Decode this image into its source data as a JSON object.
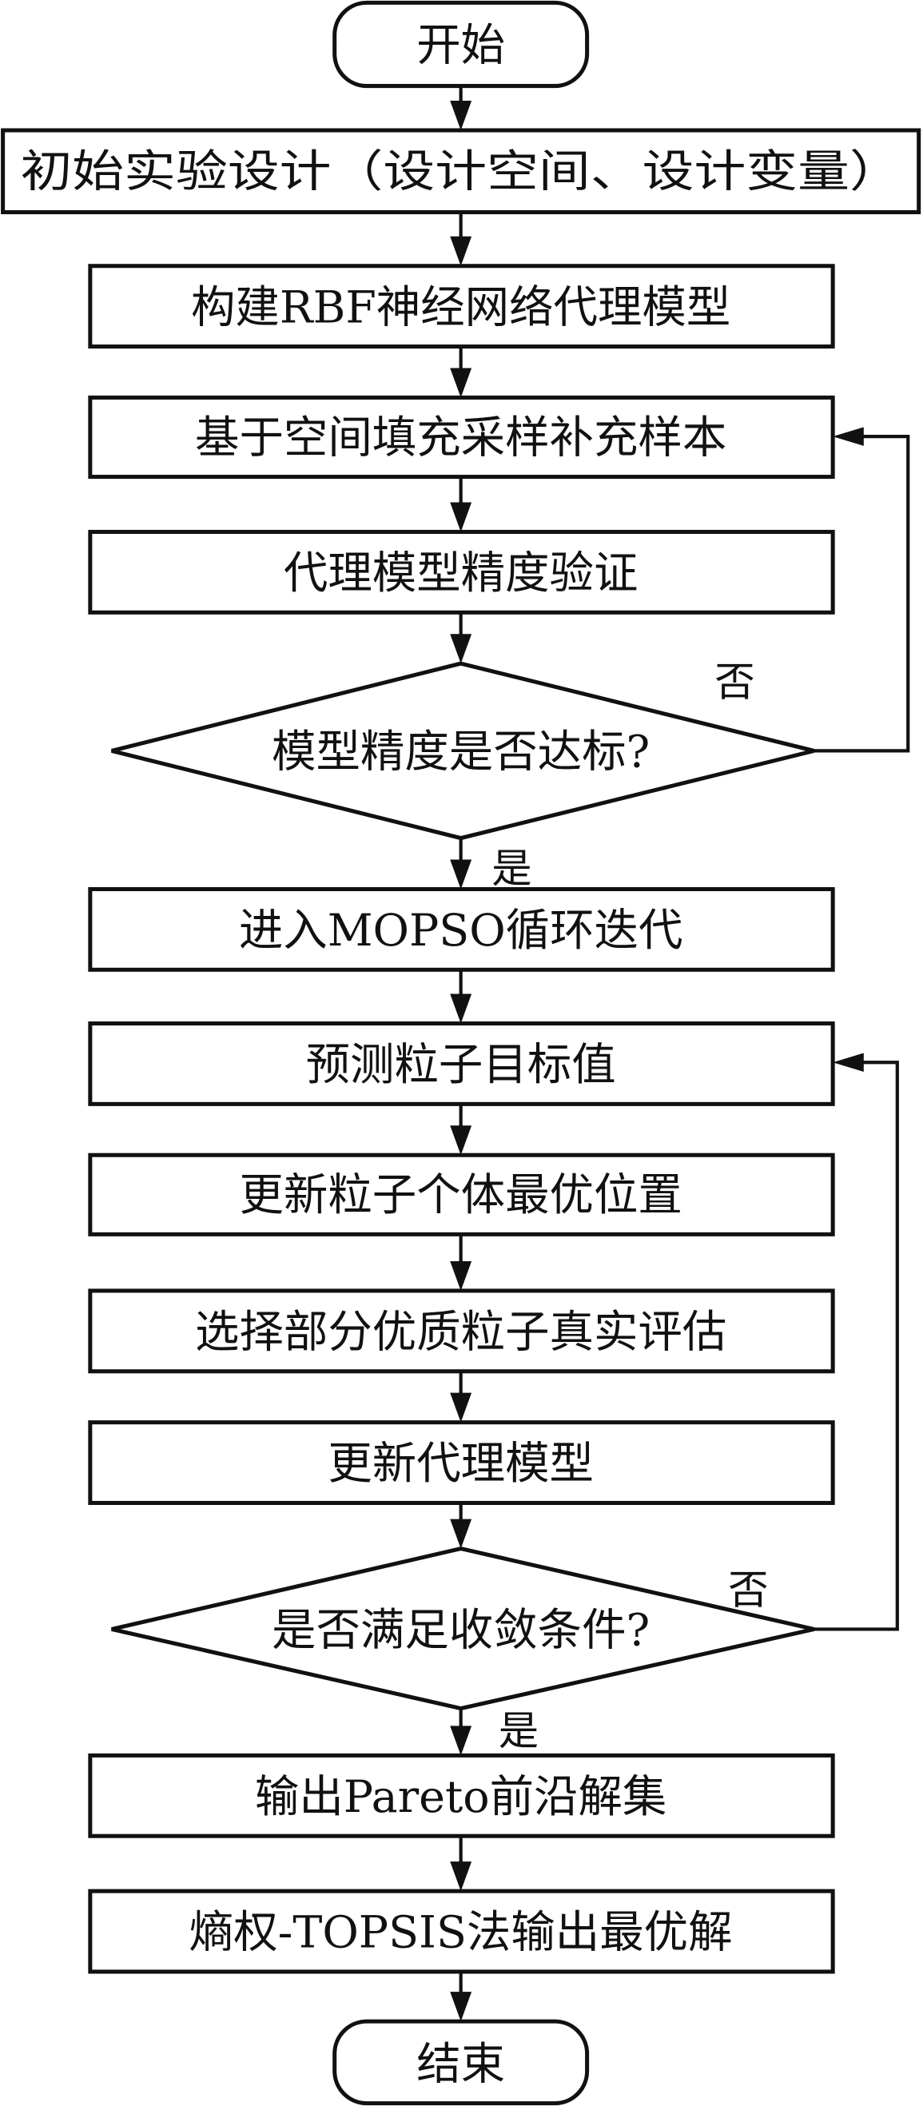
{
  "diagram": {
    "type": "flowchart",
    "nodes": {
      "start": "开始",
      "initial_doe": "初始实验设计（设计空间、设计变量）",
      "build_rbf": "构建RBF神经网络代理模型",
      "space_fill": "基于空间填充采样补充样本",
      "verify": "代理模型精度验证",
      "accuracy_check": "模型精度是否达标?",
      "mopso": "进入MOPSO循环迭代",
      "predict": "预测粒子目标值",
      "update_pbest": "更新粒子个体最优位置",
      "select_eval": "选择部分优质粒子真实评估",
      "update_model": "更新代理模型",
      "converge_check": "是否满足收敛条件?",
      "pareto": "输出Pareto前沿解集",
      "topsis": "熵权-TOPSIS法输出最优解",
      "end": "结束"
    },
    "edge_labels": {
      "accuracy_no": "否",
      "accuracy_yes": "是",
      "converge_no": "否",
      "converge_yes": "是"
    },
    "edges": [
      [
        "start",
        "initial_doe"
      ],
      [
        "initial_doe",
        "build_rbf"
      ],
      [
        "build_rbf",
        "space_fill"
      ],
      [
        "space_fill",
        "verify"
      ],
      [
        "verify",
        "accuracy_check"
      ],
      [
        "accuracy_check",
        "space_fill",
        "否"
      ],
      [
        "accuracy_check",
        "mopso",
        "是"
      ],
      [
        "mopso",
        "predict"
      ],
      [
        "predict",
        "update_pbest"
      ],
      [
        "update_pbest",
        "select_eval"
      ],
      [
        "select_eval",
        "update_model"
      ],
      [
        "update_model",
        "converge_check"
      ],
      [
        "converge_check",
        "predict",
        "否"
      ],
      [
        "converge_check",
        "pareto",
        "是"
      ],
      [
        "pareto",
        "topsis"
      ],
      [
        "topsis",
        "end"
      ]
    ]
  }
}
